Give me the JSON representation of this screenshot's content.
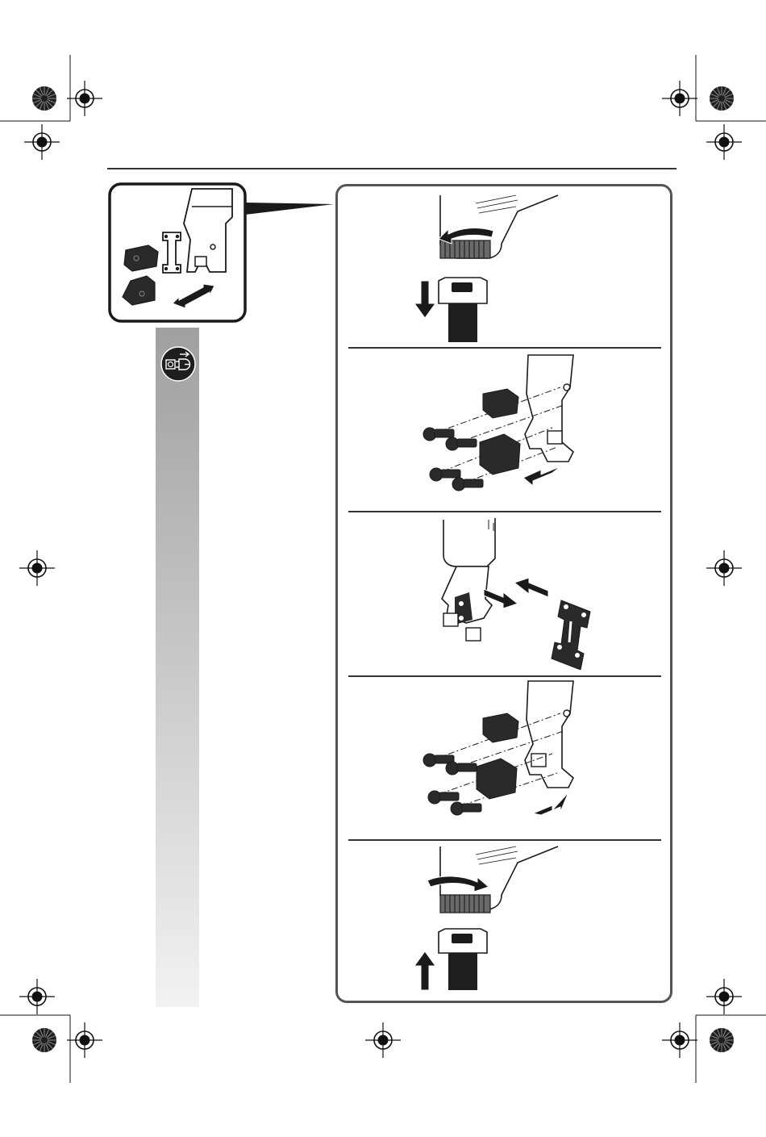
{
  "page": {
    "background": "#ffffff",
    "ink": "#1a1a1a",
    "panel_stroke": "#555555",
    "gray_bar_top": "#a0a0a0",
    "gray_bar_bottom": "#f2f2f2"
  },
  "icons": {
    "unplug": "unplug-mains-icon",
    "registration": "registration-mark-icon",
    "color_wheel": "color-wheel-icon"
  },
  "panels": [
    {
      "name": "step-release-nut",
      "arrow": "down",
      "rotate": "counterclockwise"
    },
    {
      "name": "step-remove-guides",
      "arrow": "out"
    },
    {
      "name": "step-replace-plate",
      "arrow": "swap"
    },
    {
      "name": "step-mount-guides",
      "arrow": "in"
    },
    {
      "name": "step-tighten-nut",
      "arrow": "up",
      "rotate": "clockwise"
    }
  ]
}
